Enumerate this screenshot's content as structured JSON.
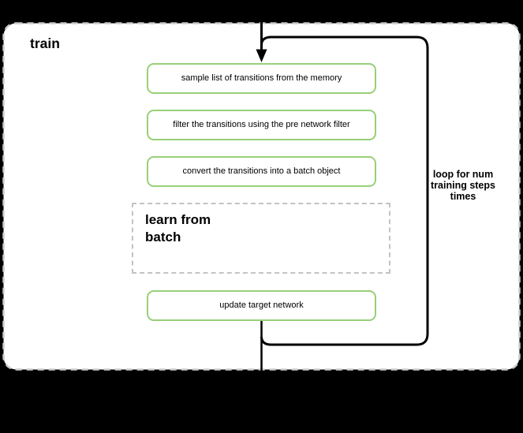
{
  "diagram": {
    "title": "train",
    "nodes": [
      {
        "id": "sample",
        "label": "sample list of transitions from the memory",
        "type": "task"
      },
      {
        "id": "filter",
        "label": "filter the transitions using the pre network filter",
        "type": "task"
      },
      {
        "id": "convert",
        "label": "convert the transitions into a batch object",
        "type": "task"
      },
      {
        "id": "learn",
        "label": "learn from\nbatch",
        "type": "group"
      },
      {
        "id": "update",
        "label": "update target network",
        "type": "task"
      }
    ],
    "loop_label": "loop for num\ntraining steps\ntimes"
  },
  "colors": {
    "background": "#000000",
    "surface": "#FFFFFF",
    "line": "#000000",
    "accent_green": "#97D077",
    "outer_dash": "#CCCCCC",
    "inner_dash": "#C3C3C3"
  }
}
